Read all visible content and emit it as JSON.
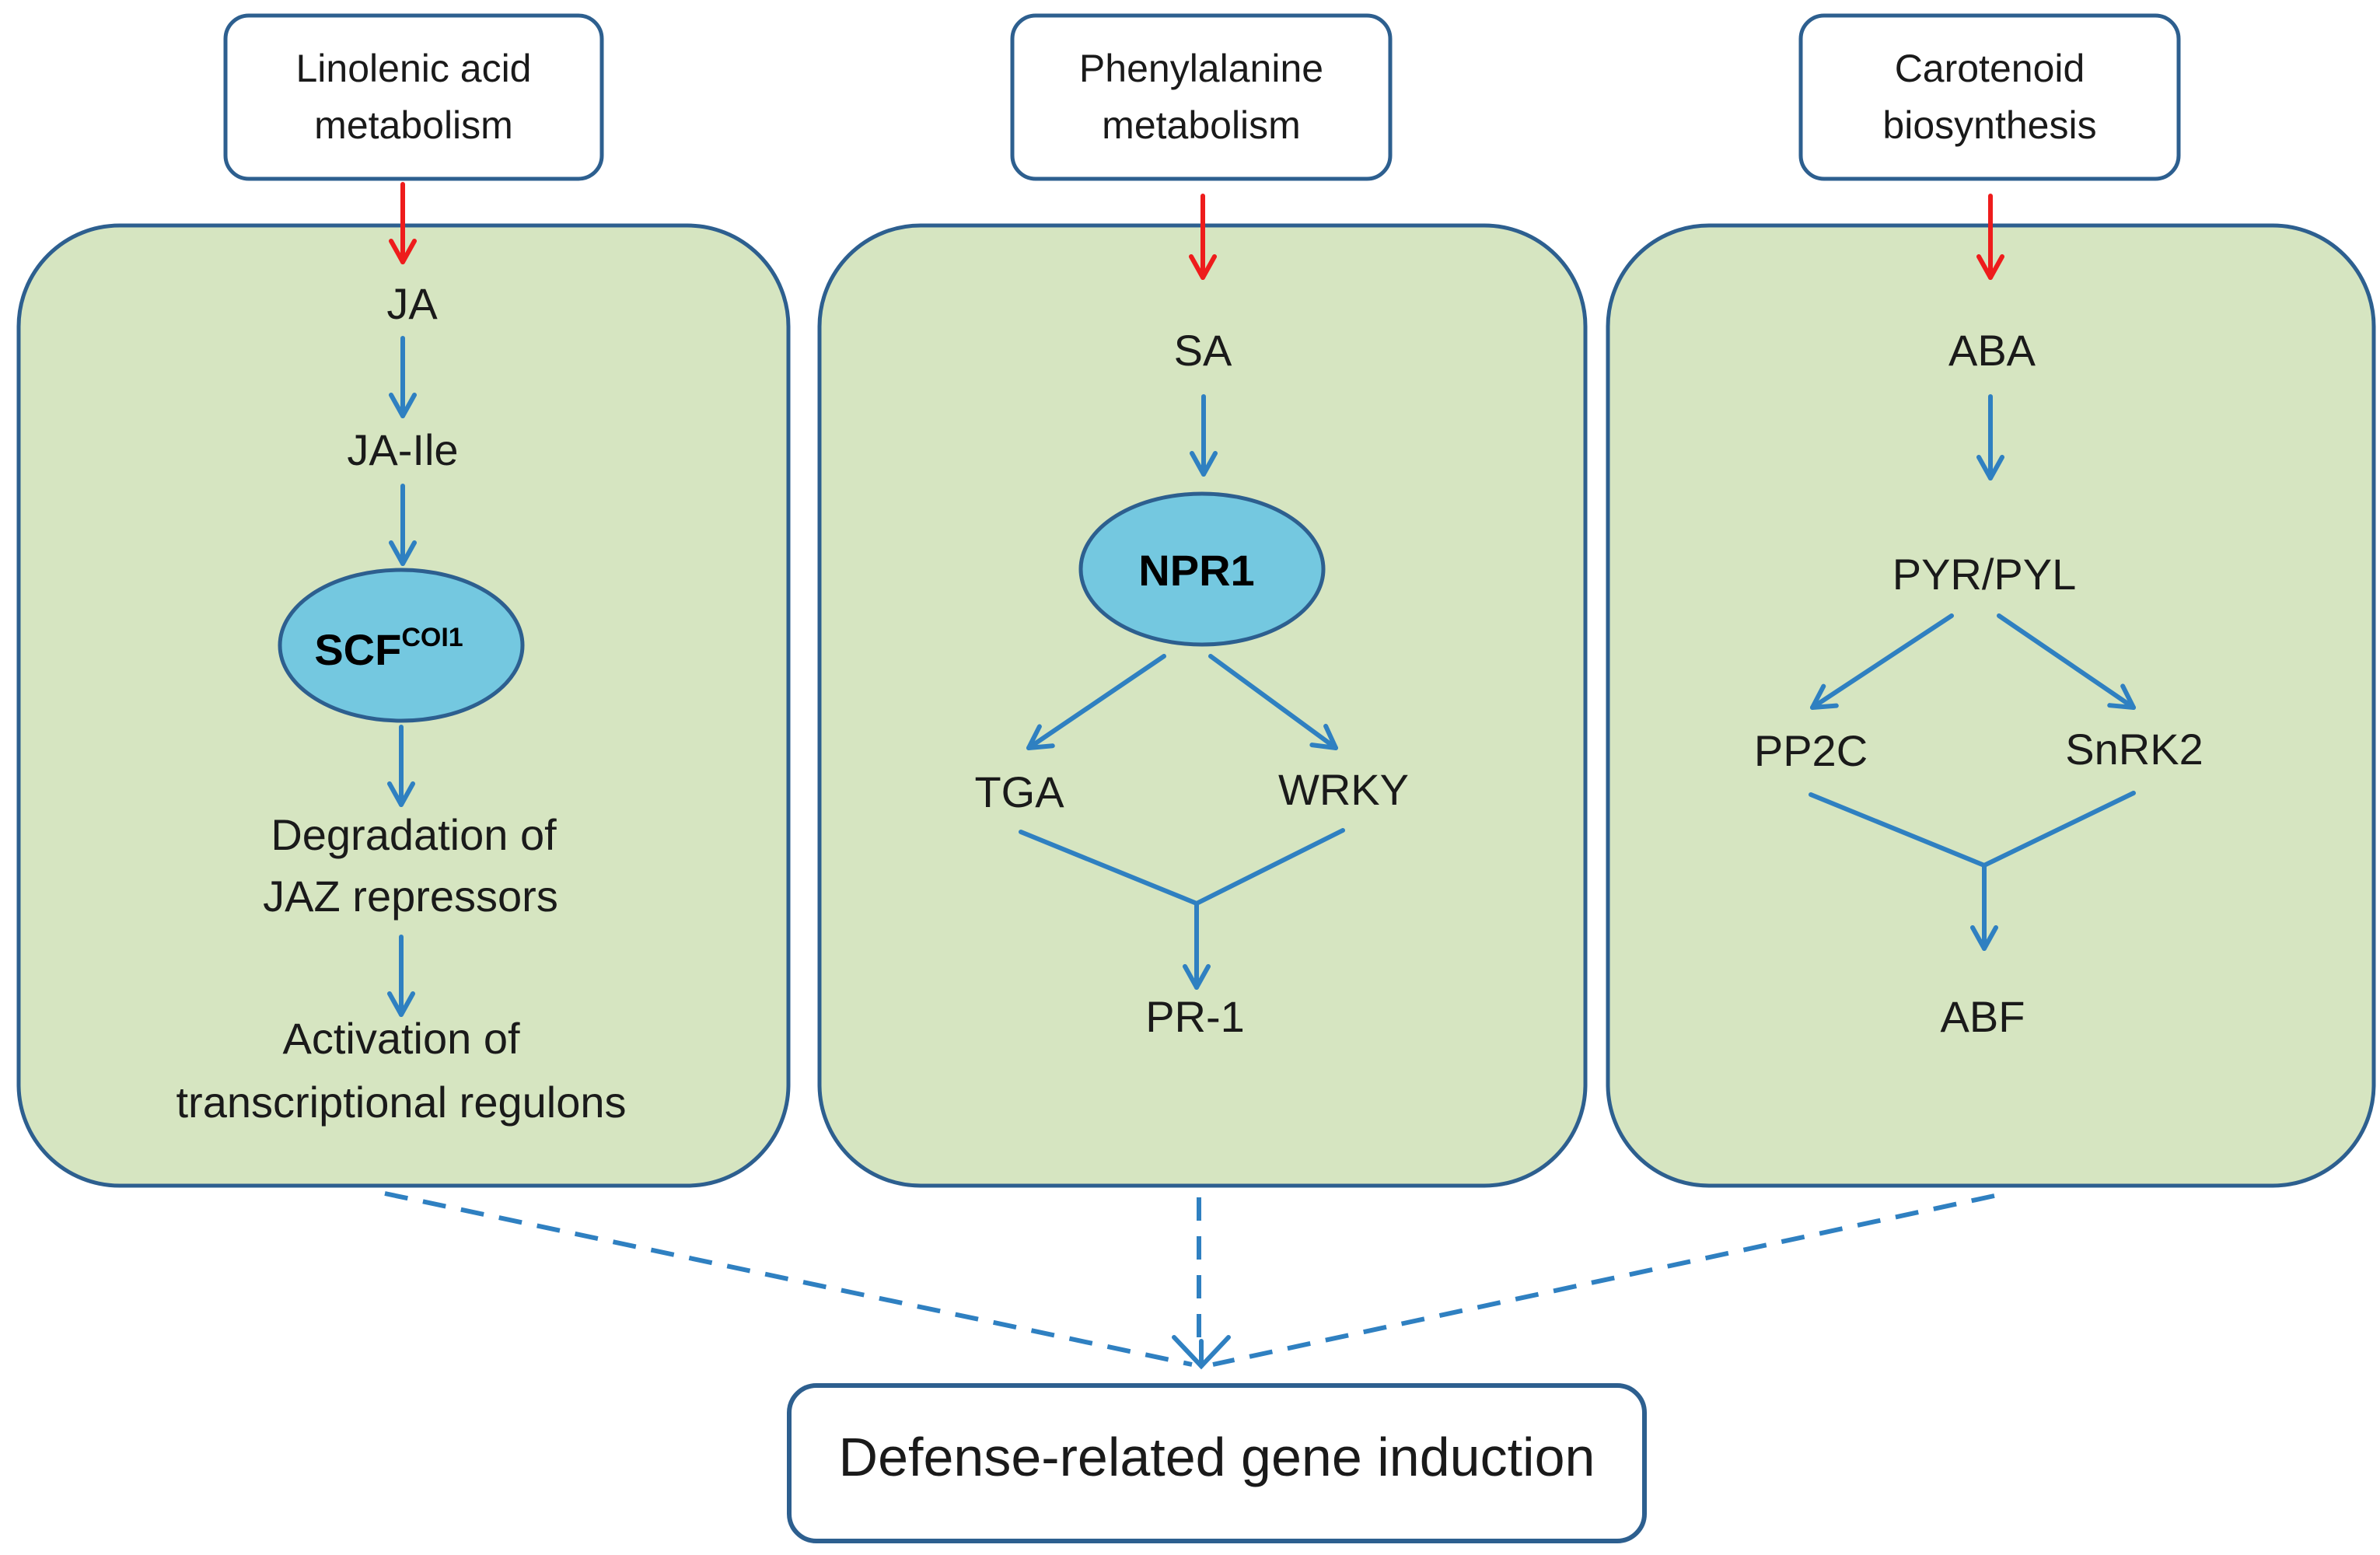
{
  "sources": {
    "left": [
      "Linolenic acid",
      "metabolism"
    ],
    "middle": [
      "Phenylalanine",
      "metabolism"
    ],
    "right": [
      "Carotenoid",
      "biosynthesis"
    ]
  },
  "left_panel": {
    "ja": "JA",
    "ja_ile": "JA-Ile",
    "scf": "SCF",
    "scf_sup": "COI1",
    "degradation": [
      "Degradation of",
      "JAZ repressors"
    ],
    "activation": [
      "Activation of",
      "transcriptional regulons"
    ]
  },
  "middle_panel": {
    "sa": "SA",
    "npr1": "NPR1",
    "tga": "TGA",
    "wrky": "WRKY",
    "pr1": "PR-1"
  },
  "right_panel": {
    "aba": "ABA",
    "pyr": "PYR/PYL",
    "pp2c": "PP2C",
    "snrk2": "SnRK2",
    "abf": "ABF"
  },
  "output": "Defense-related gene induction",
  "colors": {
    "panel_fill": "#d6e5c1",
    "border": "#2d5f8f",
    "ellipse_fill": "#74c8e0",
    "blue_arrow": "#2f80c1",
    "red_arrow": "#ee1c1c"
  }
}
